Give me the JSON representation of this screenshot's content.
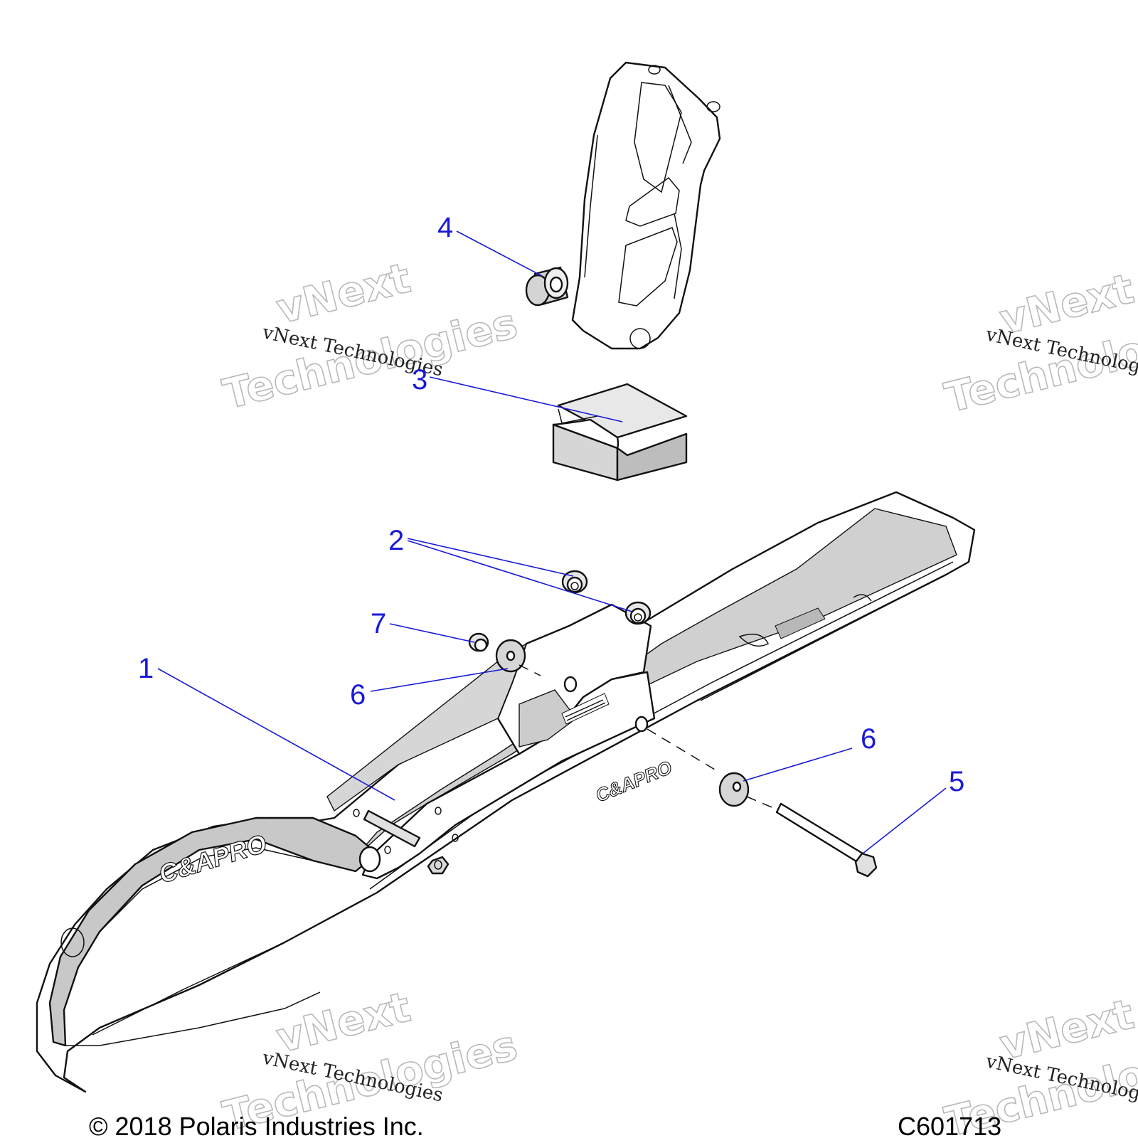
{
  "callout_color": "#1a1ad6",
  "callouts": [
    "1",
    "2",
    "3",
    "4",
    "5",
    "6",
    "6",
    "7"
  ],
  "watermark": {
    "outline_line1": "vNext",
    "outline_line2": "Technologies",
    "mono": "vNext Technologies"
  },
  "part_text": {
    "logo_main": "C&APRO",
    "logo_side": "C&APRO"
  },
  "footer": {
    "copyright": "© 2018 Polaris Industries Inc.",
    "code": "C601713"
  }
}
